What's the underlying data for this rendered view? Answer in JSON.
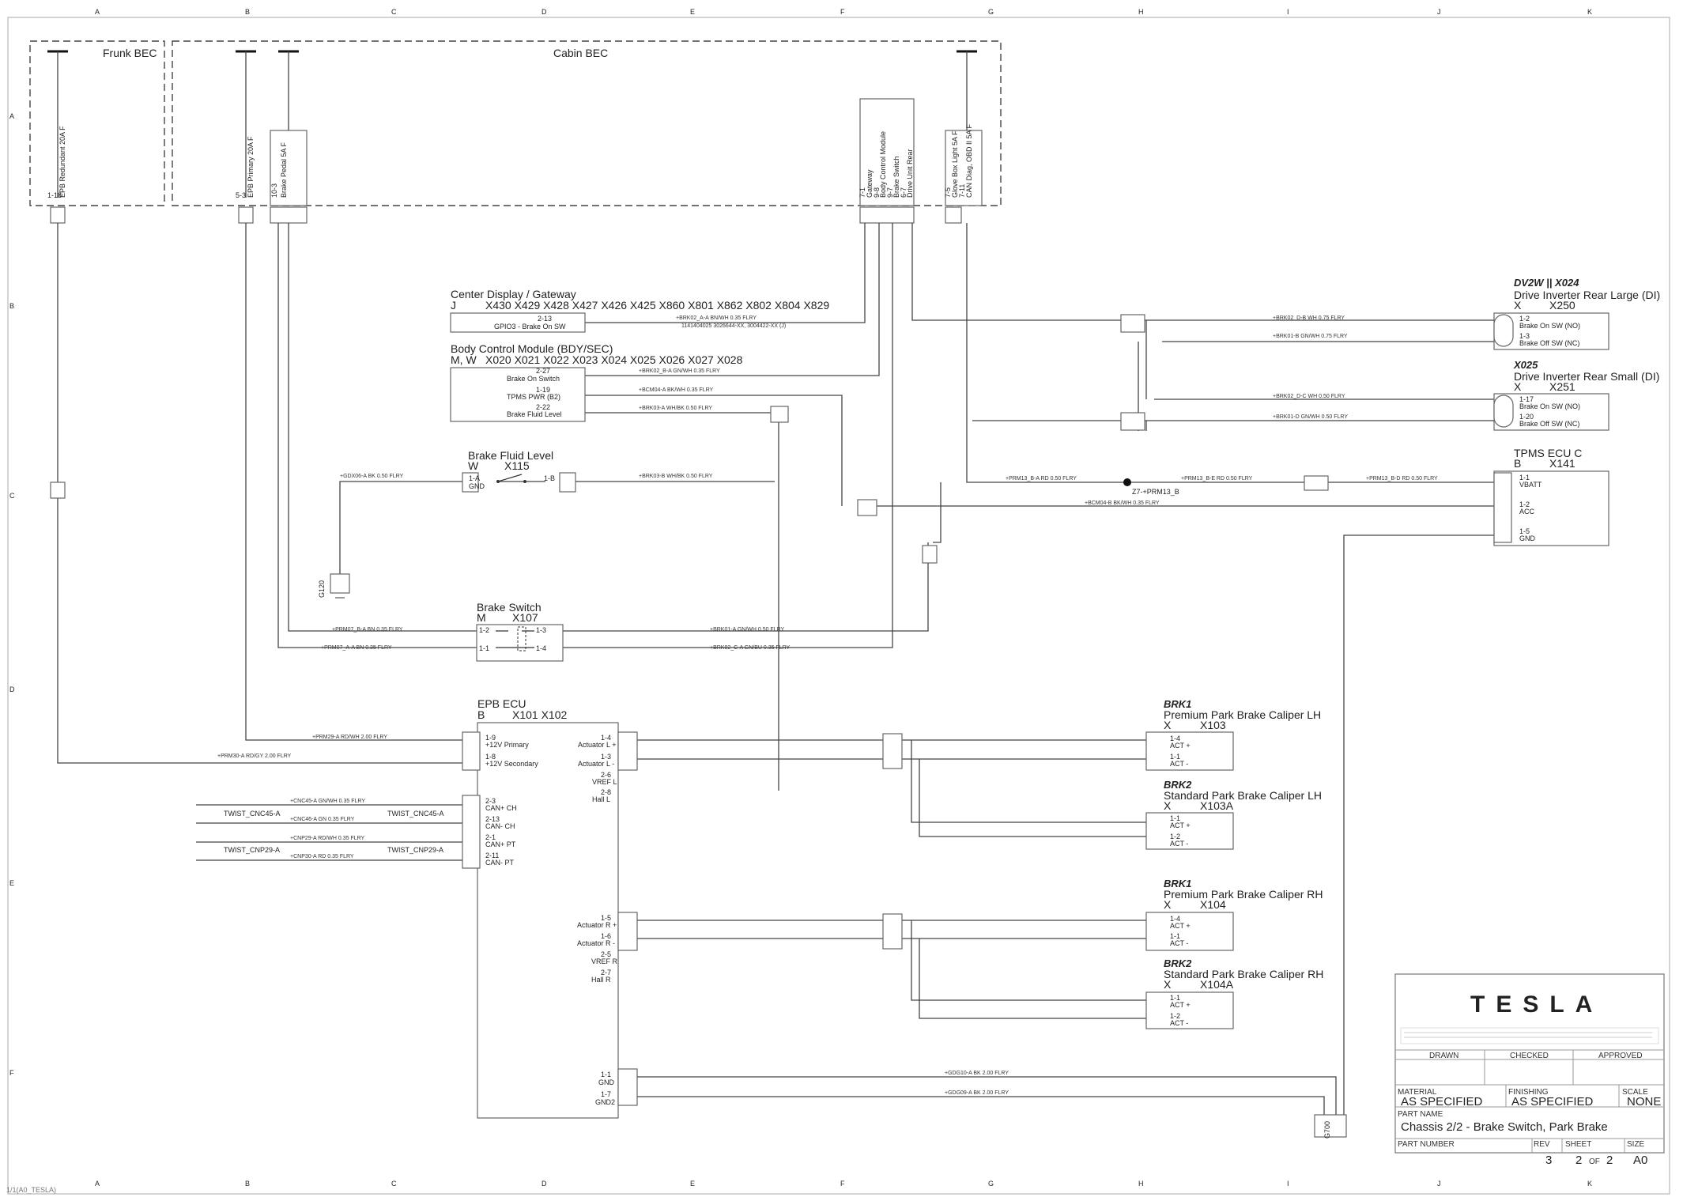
{
  "grid": {
    "columns": [
      "A",
      "B",
      "C",
      "D",
      "E",
      "F",
      "G",
      "H",
      "I",
      "J",
      "K"
    ],
    "rows": [
      "A",
      "B",
      "C",
      "D",
      "E",
      "F"
    ]
  },
  "bec": {
    "frunk": {
      "title": "Frunk BEC",
      "fuse_pin": "1-18",
      "fuse_name": "EPB Redundant 20A F"
    },
    "cabin": {
      "title": "Cabin BEC",
      "fuse1_pin": "5-3",
      "fuse1_name": "EPB Primary 20A F",
      "fuse2_pin": "10-3",
      "fuse2_name": "Brake Pedal 5A F",
      "fuse3_pin": "7-1",
      "fuse3_name": "Gateway",
      "fuse4_pin": "9-8",
      "fuse4_name": "Body Control Module",
      "fuse5_pin": "9-7",
      "fuse5_name": "Brake Switch",
      "fuse6_pin": "6-7",
      "fuse6_name": "Drive Unit Rear",
      "fuse7_pin": "7-5",
      "fuse7_name": "Glove Box Light 5A F",
      "fuse8_pin": "7-11",
      "fuse8_name": "CAN Diag, OBD II 5A F"
    }
  },
  "modules": {
    "center_display": {
      "title": "Center Display / Gateway",
      "conn": "J",
      "ids": "X430  X429  X428  X427  X426  X425  X860  X801  X862  X802  X804  X829",
      "pin": "2-13",
      "pin_label": "GPIO3 - Brake On SW",
      "wire": "+BRK02_A-A   BN/WH   0.35   FLRY",
      "part": "1141404025    3026644-XX, 3004422-XX (J)"
    },
    "bcm": {
      "title": "Body Control Module (BDY/SEC)",
      "conn": "M, W",
      "ids": "X020  X021  X022  X023  X024  X025  X026  X027  X028",
      "p1": "2-27",
      "p1_label": "Brake On Switch",
      "p2": "1-19",
      "p2_label": "TPMS PWR (B2)",
      "p3": "2-22",
      "p3_label": "Brake Fluid Level",
      "w1": "+BRK02_B-A   GN/WH   0.35   FLRY",
      "w2": "+BCM04-A   BK/WH   0.35   FLRY",
      "w3": "+BRK03-A   WH/BK   0.50   FLRY"
    },
    "brake_fluid": {
      "title": "Brake Fluid Level",
      "conn": "W",
      "id": "X115",
      "p1": "1-A",
      "p1_label": "GND",
      "p2": "1-B",
      "w1": "+GDX06-A   BK   0.50   FLRY",
      "w2": "+BRK03-B   WH/BK   0.50   FLRY",
      "ground": "G120"
    },
    "brake_switch": {
      "title": "Brake Switch",
      "conn": "M",
      "id": "X107",
      "p1": "1-2",
      "p2": "1-3",
      "p3": "1-1",
      "p4": "1-4",
      "w1": "+PRM07_B-A   BN   0.35   FLRY",
      "w2": "+PRM07_A-A   BN   0.35   FLRY",
      "w3": "+BRK01-A   GN/WH   0.50   FLRY",
      "w4": "+BRK02_C-A   GN/BU   0.35   FLRY"
    },
    "epb_ecu": {
      "title": "EPB ECU",
      "conn": "B",
      "ids": "X101   X102",
      "l1": "1-9",
      "l1_label": "+12V Primary",
      "l2": "1-8",
      "l2_label": "+12V Secondary",
      "l3": "2-3",
      "l3_label": "CAN+ CH",
      "l4": "2-13",
      "l4_label": "CAN- CH",
      "l5": "2-1",
      "l5_label": "CAN+ PT",
      "l6": "2-11",
      "l6_label": "CAN- PT",
      "r1": "1-4",
      "r1_label": "Actuator L +",
      "r2": "1-3",
      "r2_label": "Actuator L -",
      "r3": "2-6",
      "r3_label": "VREF L",
      "r4": "2-8",
      "r4_label": "Hall L",
      "r5": "1-5",
      "r5_label": "Actuator R +",
      "r6": "1-6",
      "r6_label": "Actuator R -",
      "r7": "2-5",
      "r7_label": "VREF R",
      "r8": "2-7",
      "r8_label": "Hall R",
      "r9": "1-1",
      "r9_label": "GND",
      "r10": "1-7",
      "r10_label": "GND2",
      "w1": "+PRM29-A   RD/WH   2.00   FLRY",
      "w2": "+PRM30-A   RD/GY   2.00   FLRY",
      "twist1": "TWIST_CNC45-A",
      "twist2": "TWIST_CNP29-A",
      "c1": "+CNC45-A   GN/WH   0.35   FLRY",
      "c2": "+CNC46-A   GN   0.35   FLRY",
      "c3": "+CNP29-A   RD/WH   0.35   FLRY",
      "c4": "+CNP30-A   RD   0.35   FLRY",
      "g1": "+GDG10-A   BK   2.00   FLRY",
      "g2": "+GDG09-A   BK   2.00   FLRY"
    },
    "di_large": {
      "sub": "DV2W || X024",
      "title": "Drive Inverter Rear Large (DI)",
      "conn": "X",
      "id": "X250",
      "p1": "1-2",
      "p1_label": "Brake On SW (NO)",
      "p2": "1-3",
      "p2_label": "Brake Off SW (NC)",
      "w1": "+BRK02_D-B   WH   0.75   FLRY",
      "w2": "+BRK01-B   GN/WH   0.75   FLRY"
    },
    "di_small": {
      "sub": "X025",
      "title": "Drive Inverter Rear Small (DI)",
      "conn": "X",
      "id": "X251",
      "p1": "1-17",
      "p1_label": "Brake On SW (NO)",
      "p2": "1-20",
      "p2_label": "Brake Off SW (NC)",
      "w1": "+BRK02_D-C   WH   0.50   FLRY",
      "w2": "+BRK01-D   GN/WH   0.50   FLRY"
    },
    "tpms": {
      "title": "TPMS ECU C",
      "conn": "B",
      "id": "X141",
      "p1": "1-1",
      "p1_label": "VBATT",
      "p2": "1-2",
      "p2_label": "ACC",
      "p3": "1-5",
      "p3_label": "GND",
      "splice": "Z7-+PRM13_B",
      "w1": "+PRM13_B-A   RD   0.50   FLRY",
      "w2": "+PRM13_B-E   RD   0.50   FLRY",
      "w3": "+PRM13_B-D   RD   0.50   FLRY",
      "w4": "+BCM04-B   BK/WH   0.35   FLRY",
      "ground": "G700"
    },
    "brk_lh_p": {
      "tag": "BRK1",
      "title": "Premium Park Brake Caliper LH",
      "conn": "X",
      "id": "X103",
      "p1": "1-4",
      "p1_label": "ACT +",
      "p2": "1-1",
      "p2_label": "ACT -"
    },
    "brk_lh_s": {
      "tag": "BRK2",
      "title": "Standard Park Brake Caliper LH",
      "conn": "X",
      "id": "X103A",
      "p1": "1-1",
      "p1_label": "ACT +",
      "p2": "1-2",
      "p2_label": "ACT -"
    },
    "brk_rh_p": {
      "tag": "BRK1",
      "title": "Premium Park Brake Caliper RH",
      "conn": "X",
      "id": "X104",
      "p1": "1-4",
      "p1_label": "ACT +",
      "p2": "1-1",
      "p2_label": "ACT -"
    },
    "brk_rh_s": {
      "tag": "BRK2",
      "title": "Standard Park Brake Caliper RH",
      "conn": "X",
      "id": "X104A",
      "p1": "1-1",
      "p1_label": "ACT +",
      "p2": "1-2",
      "p2_label": "ACT -"
    }
  },
  "title_block": {
    "logo": "TESLA",
    "drawn_label": "DRAWN",
    "checked_label": "CHECKED",
    "approved_label": "APPROVED",
    "material_label": "MATERIAL",
    "material": "AS SPECIFIED",
    "finishing_label": "FINISHING",
    "finishing": "AS SPECIFIED",
    "scale_label": "SCALE",
    "scale": "NONE",
    "part_name_label": "PART NAME",
    "part_name": "Chassis 2/2 - Brake Switch, Park Brake",
    "part_number_label": "PART NUMBER",
    "rev_label": "REV",
    "rev": "3",
    "sheet_label": "SHEET",
    "sheet": "2",
    "sheet_of": "OF",
    "sheet_total": "2",
    "size_label": "SIZE",
    "size": "A0"
  },
  "footer": "1/1(A0_TESLA)"
}
